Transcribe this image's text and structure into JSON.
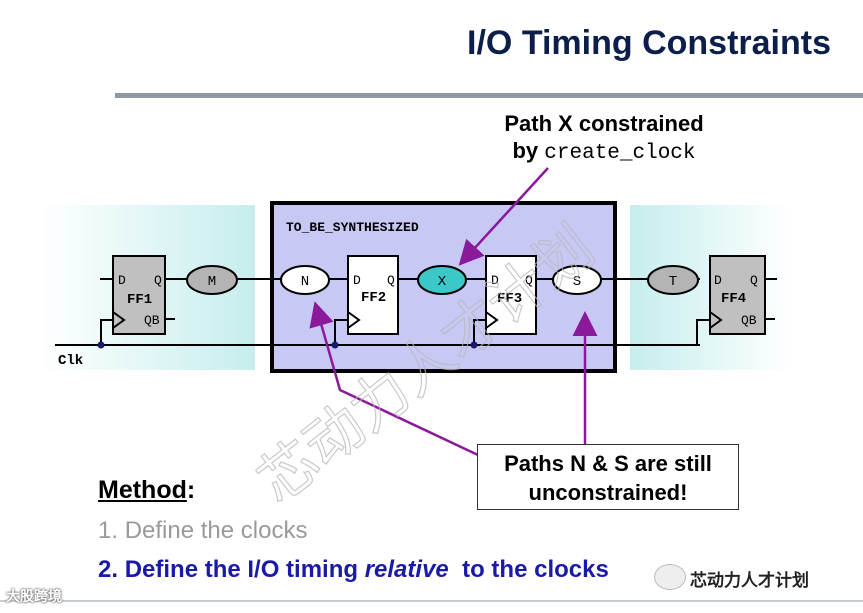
{
  "title": "I/O Timing Constraints",
  "callout_top": {
    "line1": "Path X constrained",
    "line2_prefix": "by ",
    "line2_code": "create_clock"
  },
  "block_label": "TO_BE_SYNTHESIZED",
  "clk_label": "Clk",
  "flops": [
    {
      "name": "FF1",
      "d": "D",
      "q": "Q",
      "qb": "QB"
    },
    {
      "name": "FF2",
      "d": "D",
      "q": "Q"
    },
    {
      "name": "FF3",
      "d": "D",
      "q": "Q"
    },
    {
      "name": "FF4",
      "d": "D",
      "q": "Q",
      "qb": "QB"
    }
  ],
  "paths": [
    "M",
    "N",
    "X",
    "S",
    "T"
  ],
  "callout_box": {
    "line1": "Paths N & S are still",
    "line2": "unconstrained!"
  },
  "method": {
    "heading": "Method",
    "colon": ":"
  },
  "steps": [
    {
      "num": "1.",
      "text": "Define the clocks"
    },
    {
      "num": "2.",
      "pre": "Define the I/O timing ",
      "em": "relative",
      "post": "  to the clocks"
    }
  ],
  "watermark": {
    "diagonal": "芯动力人才计划",
    "bottom_right": "芯动力人才计划",
    "bottom_left": "大股跨境"
  },
  "colors": {
    "title": "#0b1f4a",
    "block_fill": "#c8c8f5",
    "side_fill": "#cfeeee",
    "path_x": "#3cc8c8",
    "path_grey": "#b4b4b4",
    "arrow": "#8a1a9a",
    "step2": "#1a1aa8"
  }
}
